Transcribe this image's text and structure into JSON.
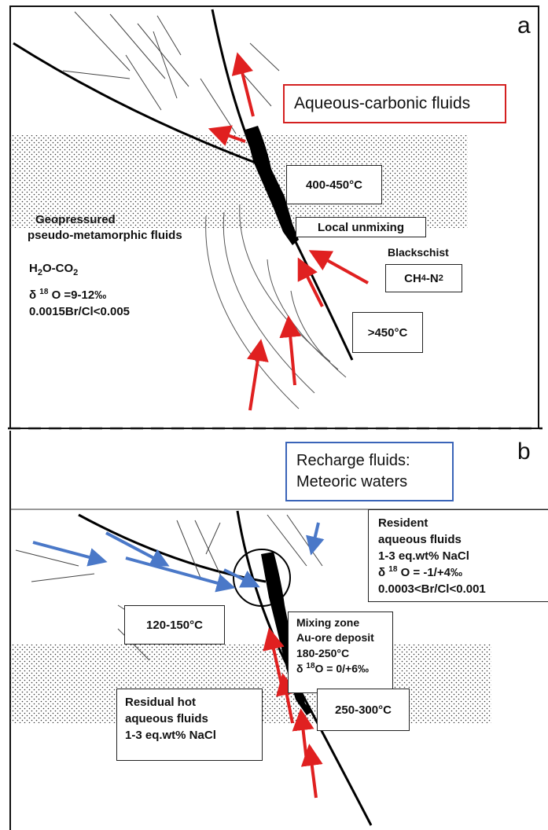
{
  "panel_a": {
    "tag": "a",
    "title_box": "Aqueous-carbonic fluids",
    "temp_upper": "400-450°C",
    "temp_lower": ">450°C",
    "local_unmixing": "Local unmixing",
    "geopressured_line1": "Geopressured",
    "geopressured_line2": "pseudo-metamorphic fluids",
    "h2o": "H",
    "h2o_sub": "2",
    "h2o_rest": "O-CO",
    "co2_sub": "2",
    "delta": "δ",
    "delta_sup": "18",
    "delta_value": "O =9-12‰",
    "br_ratio": "0.0015Br/Cl<0.005",
    "blackschist": "Blackschist",
    "blackschist_s": "s",
    "ch4": "CH",
    "ch4_sub": "4",
    "n2": "-N",
    "n2_sub": "2"
  },
  "panel_b": {
    "tag": "b",
    "recharge_line1": "Recharge fluids:",
    "recharge_line2": "Meteoric waters",
    "resident_line1": "Resident",
    "resident_line2": "aqueous fluids",
    "resident_line3": "1-3 eq.wt% NaCl",
    "resident_delta": "δ",
    "resident_delta_sup": "18",
    "resident_delta_value": "O = -1/+4‰",
    "resident_br": "0.0003<Br/Cl<0.001",
    "temp_left": "120-150°C",
    "temp_right": "250-300°C",
    "mixing_line1": "Mixing zone",
    "mixing_line2": "Au-ore deposit",
    "mixing_line3": "180-250°C",
    "mixing_delta": "δ",
    "mixing_delta_sup": "18",
    "mixing_delta_value": "O = 0/+6‰",
    "residual_line1": "Residual hot",
    "residual_line2": "aqueous fluids",
    "residual_line3": "1-3 eq.wt% NaCl"
  },
  "colors": {
    "red_arrow": "#e02020",
    "blue_arrow": "#4a78c8",
    "red_box": "#d42020",
    "blue_box": "#3a64b8",
    "ore_body": "#000000"
  }
}
